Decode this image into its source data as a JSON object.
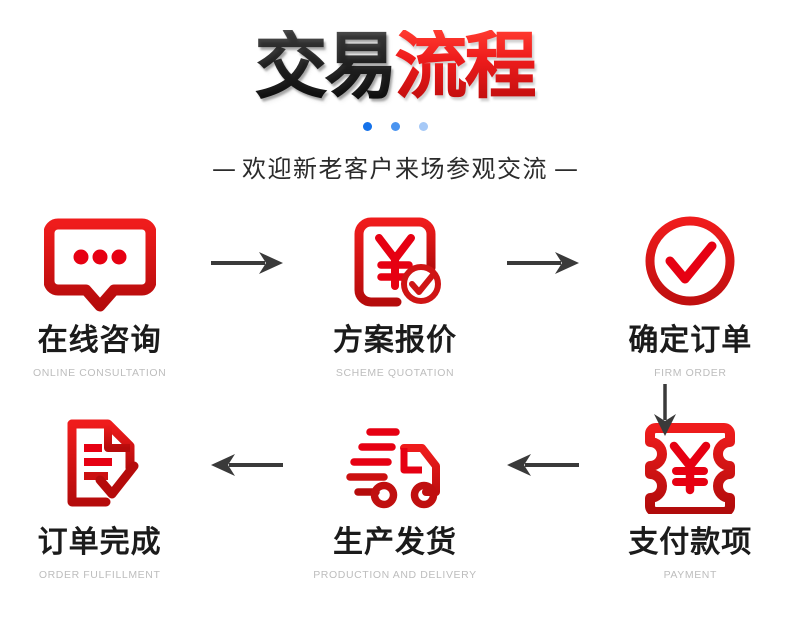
{
  "header": {
    "title_dark": "交易",
    "title_red": "流程",
    "dots": [
      "dot-dark-blue",
      "dot-medium-blue",
      "dot-light-blue"
    ],
    "subtitle_dash_left": "—",
    "subtitle_text": "欢迎新老客户来场参观交流",
    "subtitle_dash_right": "—"
  },
  "colors": {
    "brand_red": "#e60012",
    "brand_red_dark": "#b50b0b",
    "title_dark": "#1f1f1f",
    "label_dark": "#1b1b1b",
    "sub_gray": "#bdbdbd",
    "arrow_gray": "#3a3a3a",
    "dot_blue_1": "#1572ea",
    "dot_blue_2": "#4a94f0",
    "dot_blue_3": "#a6c9f7",
    "background": "#ffffff"
  },
  "steps": [
    {
      "index": 1,
      "icon": "chat-bubble-dots-icon",
      "label": "在线咨询",
      "sublabel": "ONLINE CONSULTATION"
    },
    {
      "index": 2,
      "icon": "quotation-yen-check-icon",
      "label": "方案报价",
      "sublabel": "SCHEME QUOTATION"
    },
    {
      "index": 3,
      "icon": "circle-check-icon",
      "label": "确定订单",
      "sublabel": "FIRM ORDER"
    },
    {
      "index": 4,
      "icon": "payment-ticket-yen-icon",
      "label": "支付款项",
      "sublabel": "PAYMENT"
    },
    {
      "index": 5,
      "icon": "delivery-truck-icon",
      "label": "生产发货",
      "sublabel": "PRODUCTION AND DELIVERY"
    },
    {
      "index": 6,
      "icon": "document-check-icon",
      "label": "订单完成",
      "sublabel": "ORDER FULFILLMENT"
    }
  ],
  "arrows": [
    {
      "name": "arrow-right-1",
      "direction": "right"
    },
    {
      "name": "arrow-right-2",
      "direction": "right"
    },
    {
      "name": "arrow-down-1",
      "direction": "down"
    },
    {
      "name": "arrow-left-1",
      "direction": "left"
    },
    {
      "name": "arrow-left-2",
      "direction": "left"
    }
  ]
}
